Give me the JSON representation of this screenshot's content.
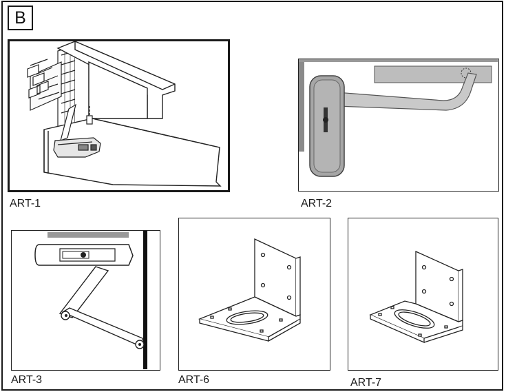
{
  "section_label": "B",
  "panels": [
    {
      "caption": "ART-1"
    },
    {
      "caption": "ART-2"
    },
    {
      "caption": "ART-3"
    },
    {
      "caption": "ART-6"
    },
    {
      "caption": "ART-7"
    }
  ]
}
